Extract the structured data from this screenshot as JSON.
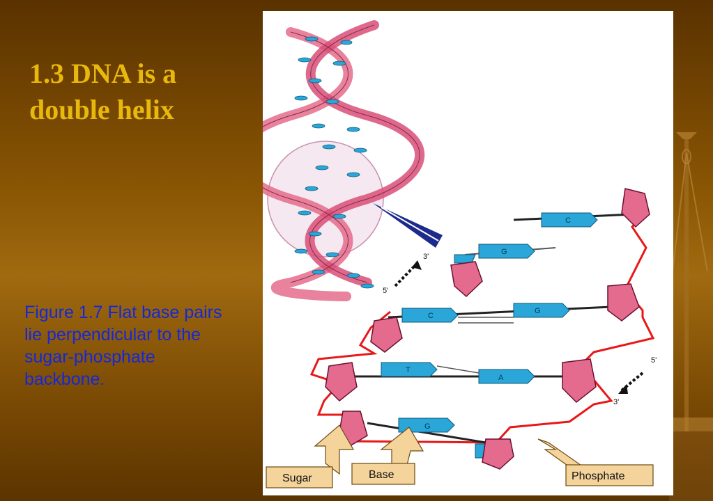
{
  "slide": {
    "title": "1.3 DNA is a double helix",
    "caption": "Figure 1.7 Flat base pairs lie perpendicular to the sugar-phosphate backbone."
  },
  "figure": {
    "strand_ends": {
      "top_five_prime": "5'",
      "top_three_prime": "3'",
      "right_five_prime": "5'",
      "right_three_prime": "3'"
    },
    "bases": {
      "row1": "C",
      "row2": "G",
      "row3_left": "C",
      "row3_right": "G",
      "row4_left": "T",
      "row4_right": "A",
      "row5": "G"
    },
    "pointer_labels": {
      "sugar": "Sugar",
      "base": "Base",
      "phosphate": "Phosphate"
    }
  },
  "colors": {
    "title": "#e8b90c",
    "caption": "#1428d8",
    "backbone": "#e81818",
    "sugar": "#e56b8e",
    "base": "#2ba6d8",
    "helix": "#e46c8c"
  }
}
